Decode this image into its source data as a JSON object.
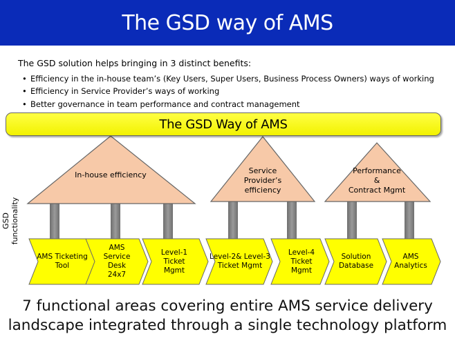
{
  "header": {
    "title": "The GSD way of AMS"
  },
  "intro": {
    "text": "The GSD solution helps bringing in 3 distinct benefits:",
    "bullet_symbol": "•",
    "bullets": [
      "Efficiency in the in-house team’s (Key Users, Super Users, Business Process Owners) ways of working",
      "Efficiency in Service Provider’s ways of working",
      "Better governance in team performance and contract management"
    ]
  },
  "banner": {
    "text": "The GSD Way of AMS"
  },
  "roofs": [
    {
      "label": "In-house efficiency"
    },
    {
      "label": "Service\nProvider’s\nefficiency"
    },
    {
      "label": "Performance\n&\nContract  Mgmt"
    }
  ],
  "yaxis_label": "GSD\nfunctionality",
  "areas": [
    {
      "label": "AMS Ticketing\nTool"
    },
    {
      "label": "AMS\nService\nDesk\n24x7"
    },
    {
      "label": "Level-1\nTicket\nMgmt"
    },
    {
      "label": "Level-2& Level-3\nTicket Mgmt"
    },
    {
      "label": "Level-4\nTicket\nMgmt"
    },
    {
      "label": "Solution\nDatabase"
    },
    {
      "label": "AMS\nAnalytics"
    }
  ],
  "footer": {
    "line1": "7 functional areas covering entire AMS service delivery",
    "line2": "landscape integrated through a single technology platform"
  },
  "colors": {
    "title_bg": "#0a2bb8",
    "banner_fill": "#ffff22",
    "roof_fill": "#f7c9a8",
    "pillar_fill": "#808080",
    "chevron_fill": "#ffff00"
  }
}
